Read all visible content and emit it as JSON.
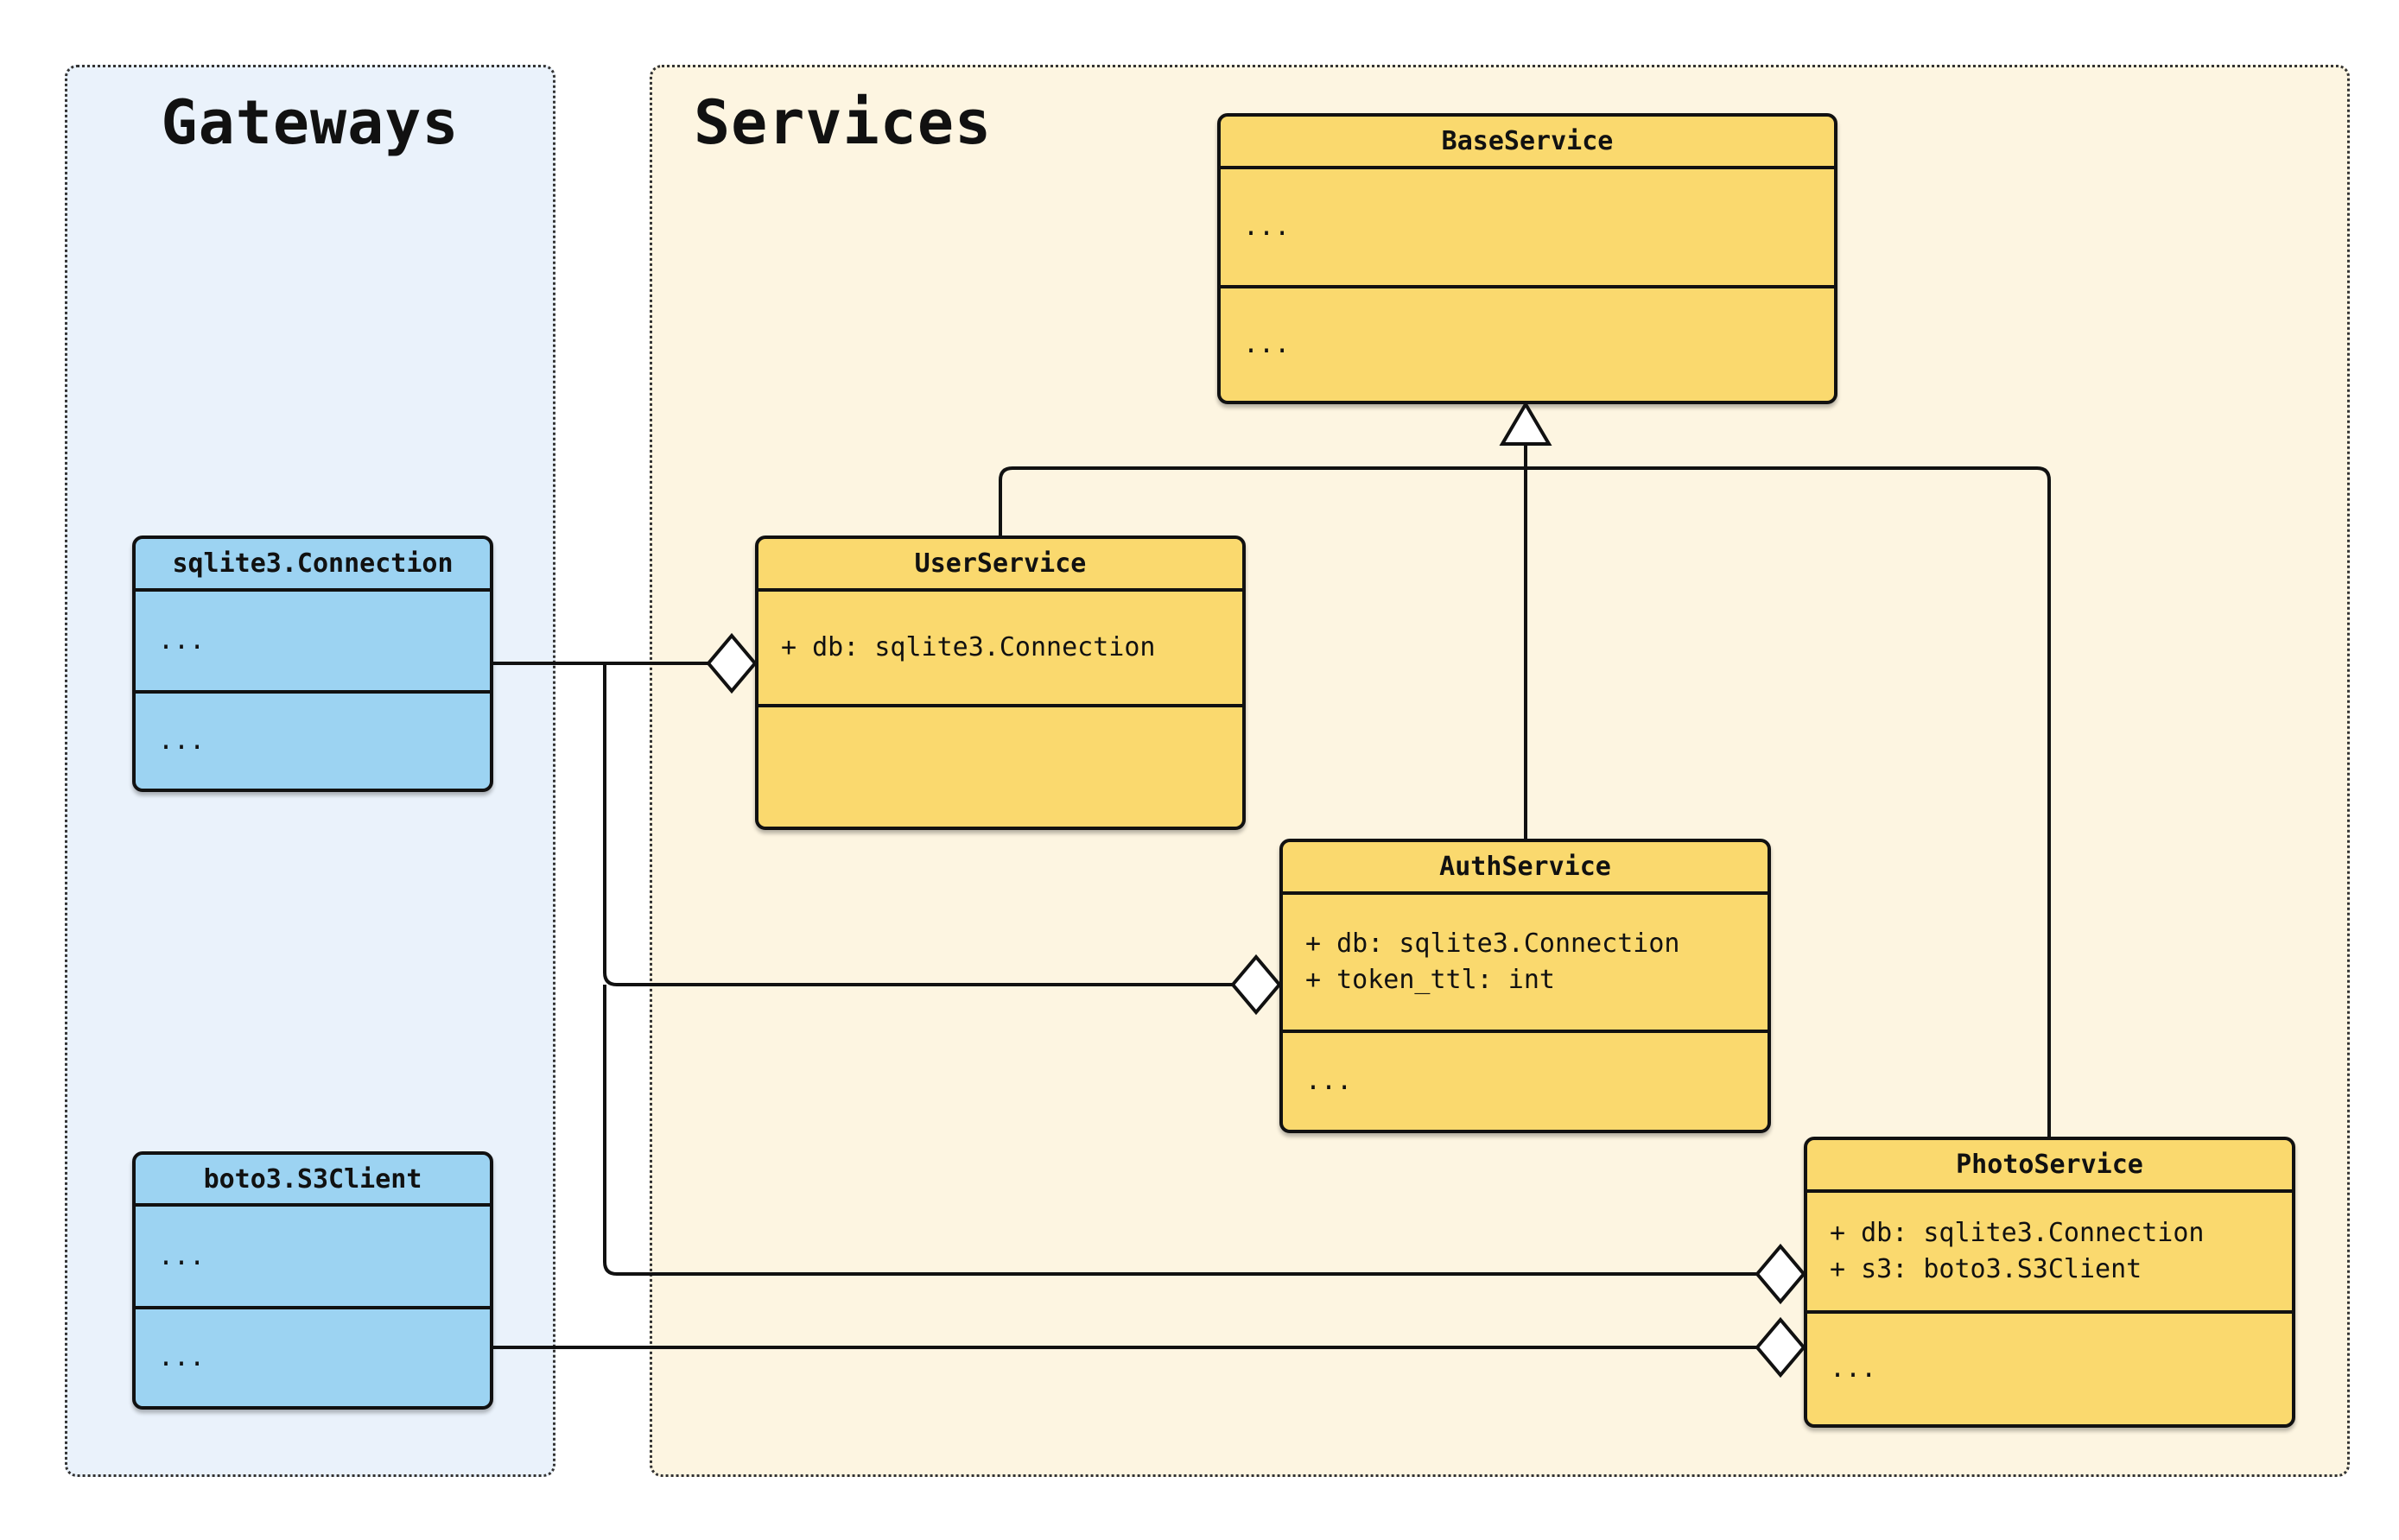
{
  "containers": [
    {
      "id": "gateways",
      "title": "Gateways"
    },
    {
      "id": "services",
      "title": "Services"
    }
  ],
  "classes": [
    {
      "name": "sqlite3.Connection",
      "container": "gateways",
      "attributes": [
        "..."
      ],
      "methods": [
        "..."
      ]
    },
    {
      "name": "boto3.S3Client",
      "container": "gateways",
      "attributes": [
        "..."
      ],
      "methods": [
        "..."
      ]
    },
    {
      "name": "BaseService",
      "container": "services",
      "attributes": [
        "..."
      ],
      "methods": [
        "..."
      ]
    },
    {
      "name": "UserService",
      "container": "services",
      "attributes": [
        "+ db: sqlite3.Connection"
      ],
      "methods": []
    },
    {
      "name": "AuthService",
      "container": "services",
      "attributes": [
        "+ db: sqlite3.Connection",
        "+ token_ttl: int"
      ],
      "methods": [
        "..."
      ]
    },
    {
      "name": "PhotoService",
      "container": "services",
      "attributes": [
        "+ db: sqlite3.Connection",
        "+ s3: boto3.S3Client"
      ],
      "methods": [
        "..."
      ]
    }
  ],
  "relationships": [
    {
      "type": "inheritance",
      "from": "UserService",
      "to": "BaseService"
    },
    {
      "type": "inheritance",
      "from": "AuthService",
      "to": "BaseService"
    },
    {
      "type": "inheritance",
      "from": "PhotoService",
      "to": "BaseService"
    },
    {
      "type": "aggregation",
      "from": "sqlite3.Connection",
      "to": "UserService",
      "as": "db"
    },
    {
      "type": "aggregation",
      "from": "sqlite3.Connection",
      "to": "AuthService",
      "as": "db"
    },
    {
      "type": "aggregation",
      "from": "sqlite3.Connection",
      "to": "PhotoService",
      "as": "db"
    },
    {
      "type": "aggregation",
      "from": "boto3.S3Client",
      "to": "PhotoService",
      "as": "s3"
    }
  ],
  "colors": {
    "gateway_box_fill": "#9CD3F2",
    "service_box_fill": "#FAD96E",
    "gateways_container_bg": "#EAF2FB",
    "services_container_bg": "#FDF5E1",
    "box_border": "#111111",
    "connector": "#111111",
    "container_border": "#333333",
    "page_bg": "#FFFFFF"
  }
}
